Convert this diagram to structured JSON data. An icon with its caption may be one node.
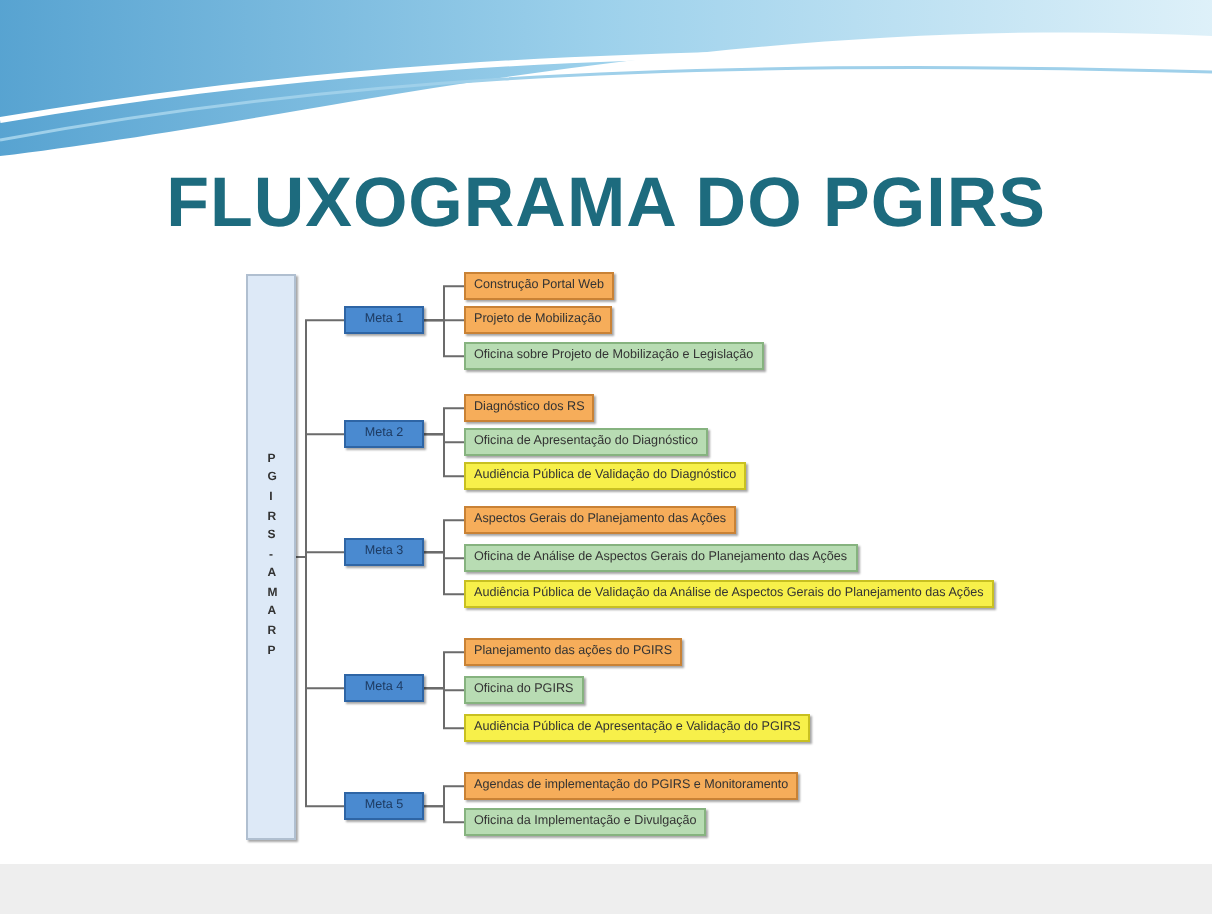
{
  "diagram": {
    "title": "FLUXOGRAMA DO PGIRS",
    "nodes": [
      {
        "text": [
          "PGIRS-AMARP"
        ]
      },
      {
        "text": [
          "Meta 1"
        ]
      },
      {
        "text": [
          "Construção Portal Web"
        ]
      },
      {
        "text": [
          "Projeto de Mobilização"
        ]
      },
      {
        "text": [
          "Oficina sobre Projeto de Mobilização e Legislação"
        ]
      },
      {
        "text": [
          "Meta 2"
        ]
      },
      {
        "text": [
          "Diagnóstico dos RS"
        ]
      },
      {
        "text": [
          "Oficina de Apresentação do Diagnóstico"
        ]
      },
      {
        "text": [
          "Audiência Pública de Validação do Diagnóstico"
        ]
      },
      {
        "text": [
          "Meta 3"
        ]
      },
      {
        "text": [
          "Aspectos Gerais do Planejamento das Ações"
        ]
      },
      {
        "text": [
          "Oficina de Análise de Aspectos Gerais do Planejamento das Ações"
        ]
      },
      {
        "text": [
          "Audiência Pública de Validação da Análise de Aspectos Gerais do Planejamento das Ações"
        ]
      },
      {
        "text": [
          "Meta 4"
        ]
      },
      {
        "text": [
          "Planejamento das ações do PGIRS"
        ]
      },
      {
        "text": [
          "Oficina do PGIRS"
        ]
      },
      {
        "text": [
          "Audiência Pública de Apresentação e Validação do PGIRS"
        ]
      },
      {
        "text": [
          "Meta 5"
        ]
      },
      {
        "text": [
          "Agendas de implementação do PGIRS e Monitoramento"
        ]
      },
      {
        "text": [
          "Oficina da Implementação e Divulgação"
        ]
      }
    ],
    "edges": [
      {
        "from": 0,
        "to": 1,
        "arrow": "none"
      },
      {
        "from": 0,
        "to": 5,
        "arrow": "none"
      },
      {
        "from": 0,
        "to": 9,
        "arrow": "none"
      },
      {
        "from": 0,
        "to": 13,
        "arrow": "none"
      },
      {
        "from": 0,
        "to": 17,
        "arrow": "none"
      },
      {
        "from": 1,
        "to": 2,
        "arrow": "none"
      },
      {
        "from": 1,
        "to": 3,
        "arrow": "none"
      },
      {
        "from": 1,
        "to": 4,
        "arrow": "none"
      },
      {
        "from": 5,
        "to": 6,
        "arrow": "none"
      },
      {
        "from": 5,
        "to": 7,
        "arrow": "none"
      },
      {
        "from": 5,
        "to": 8,
        "arrow": "none"
      },
      {
        "from": 9,
        "to": 10,
        "arrow": "none"
      },
      {
        "from": 9,
        "to": 11,
        "arrow": "none"
      },
      {
        "from": 9,
        "to": 12,
        "arrow": "none"
      },
      {
        "from": 13,
        "to": 14,
        "arrow": "none"
      },
      {
        "from": 13,
        "to": 15,
        "arrow": "none"
      },
      {
        "from": 13,
        "to": 16,
        "arrow": "none"
      },
      {
        "from": 17,
        "to": 18,
        "arrow": "none"
      },
      {
        "from": 17,
        "to": 19,
        "arrow": "none"
      }
    ]
  }
}
